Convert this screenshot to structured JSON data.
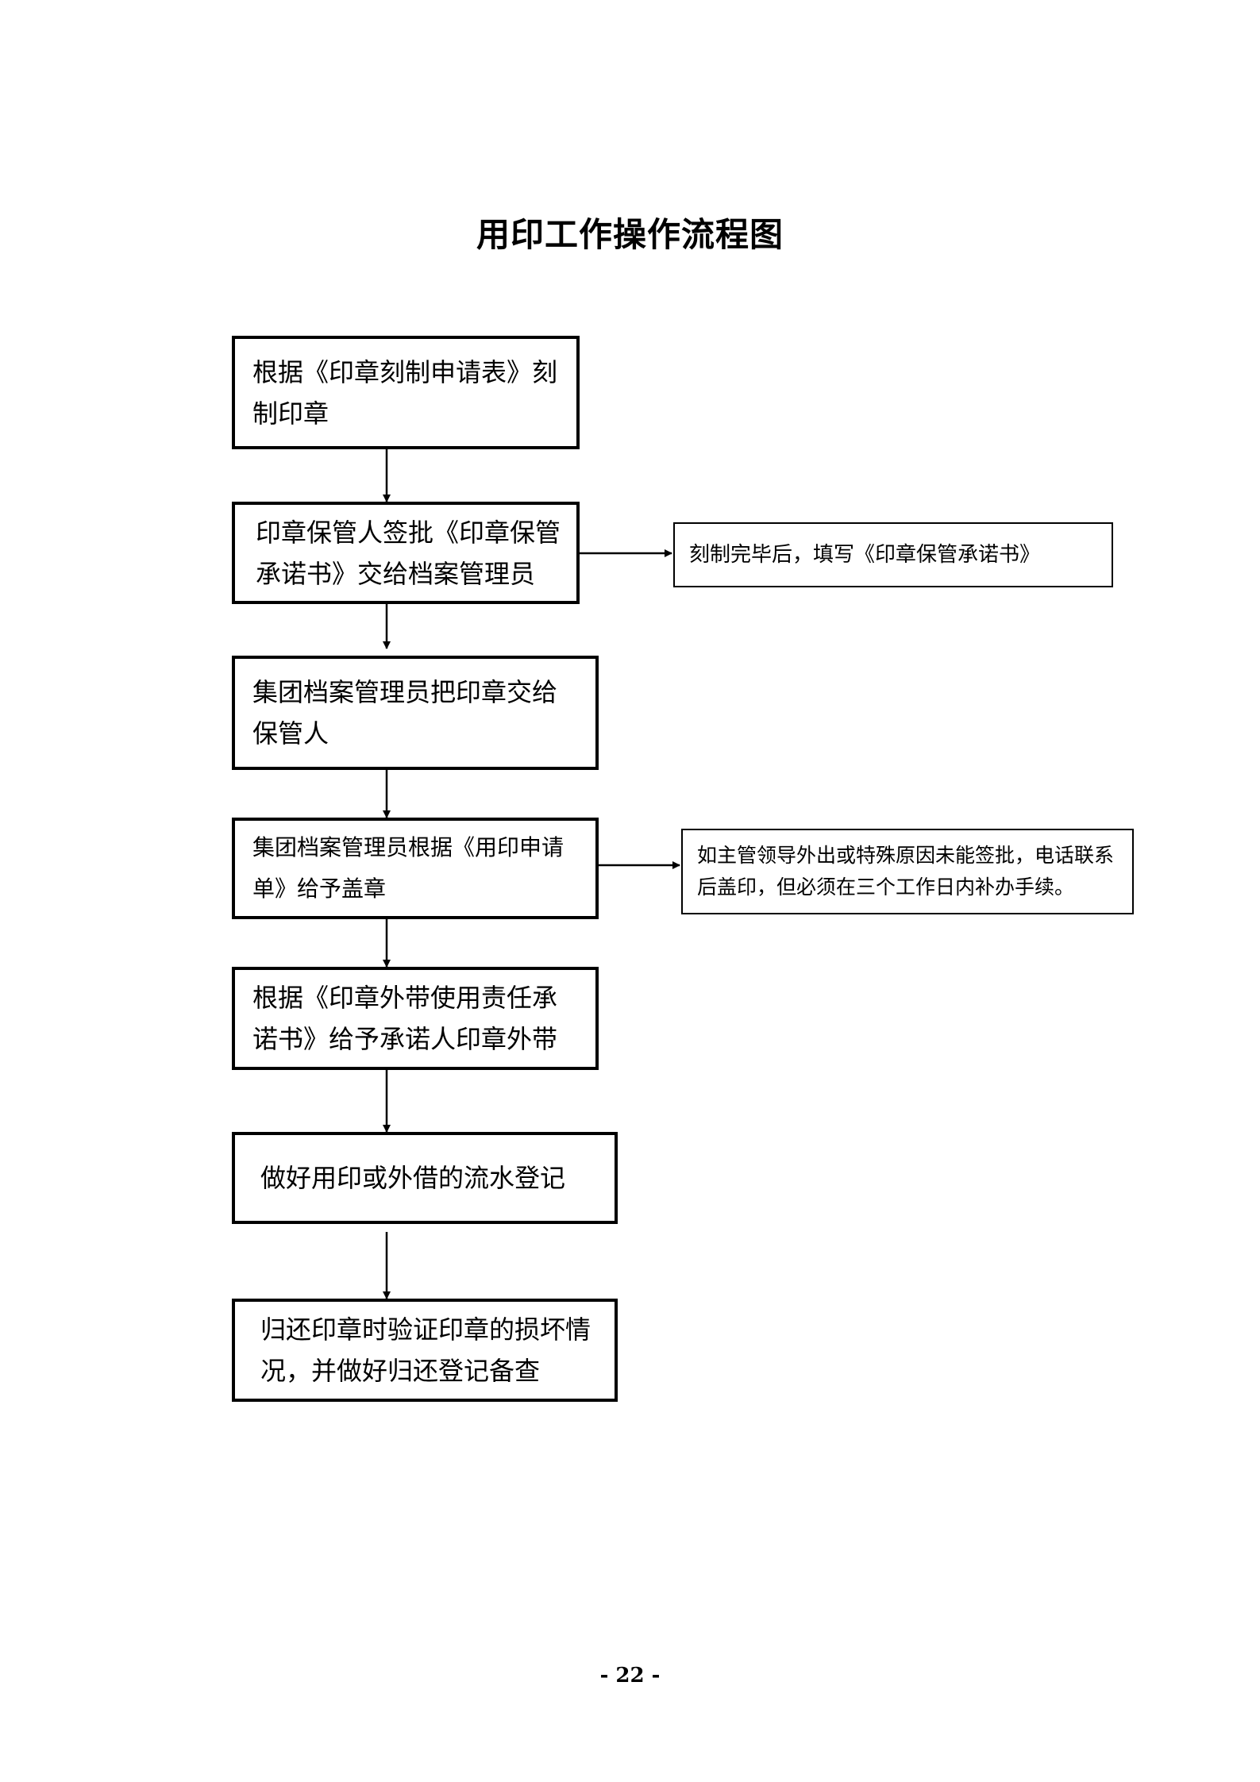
{
  "title": "用印工作操作流程图",
  "steps": [
    {
      "text": "根据《印章刻制申请表》刻制印章"
    },
    {
      "text": "印章保管人签批《印章保管承诺书》交给档案管理员"
    },
    {
      "text": "集团档案管理员把印章交给保管人"
    },
    {
      "text": "集团档案管理员根据《用印申请单》给予盖章"
    },
    {
      "text": "根据《印章外带使用责任承诺书》给予承诺人印章外带"
    },
    {
      "text": "做好用印或外借的流水登记"
    },
    {
      "text": "归还印章时验证印章的损坏情况，并做好归还登记备查"
    }
  ],
  "side_notes": [
    {
      "text": "刻制完毕后，填写《印章保管承诺书》"
    },
    {
      "text": "如主管领导外出或特殊原因未能签批，电话联系后盖印，但必须在三个工作日内补办手续。"
    }
  ],
  "page_number": "- 22 -"
}
